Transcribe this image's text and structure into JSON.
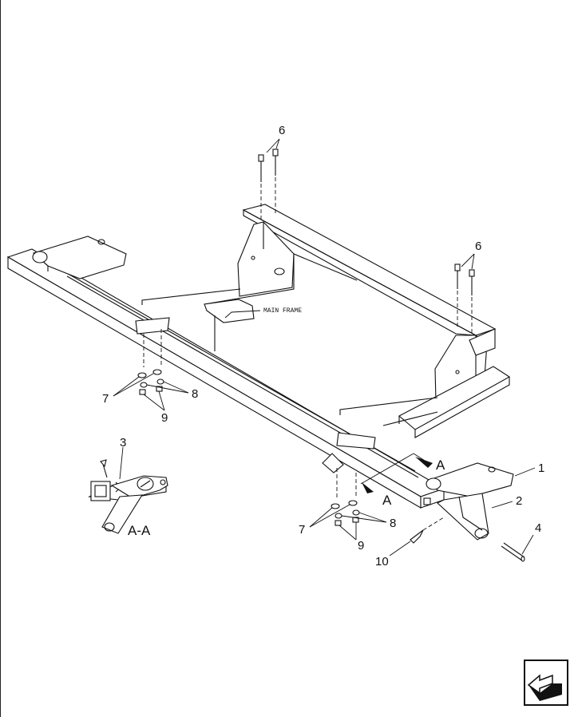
{
  "callouts": {
    "c1": "1",
    "c2": "2",
    "c3": "3",
    "c4": "4",
    "c6a": "6",
    "c6b": "6",
    "c7a": "7",
    "c7b": "7",
    "c8a": "8",
    "c8b": "8",
    "c9a": "9",
    "c9b": "9",
    "c10": "10"
  },
  "labels": {
    "main_frame": "MAIN FRAME",
    "section_a_top": "A",
    "section_a_bottom": "A",
    "section_view": "A-A"
  },
  "nav": {
    "icon": "arrow-left-icon"
  }
}
